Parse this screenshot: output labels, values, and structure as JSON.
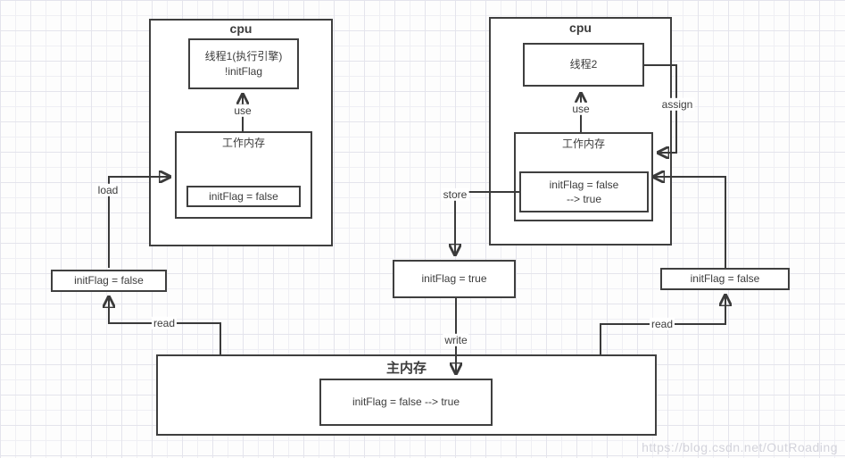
{
  "colors": {
    "line": "#3a3a3a",
    "box_border": "#3f3f3f",
    "box_bg": "#ffffff",
    "grid_light": "#efeff4",
    "grid_dark": "#e4e4ec",
    "watermark": "#d3d3db"
  },
  "cpu_left": {
    "title": "cpu",
    "thread_line1": "线程1(执行引擎)",
    "thread_line2": "!initFlag",
    "working_memory_title": "工作内存",
    "working_var": "initFlag = false"
  },
  "cpu_right": {
    "title": "cpu",
    "thread": "线程2",
    "working_memory_title": "工作内存",
    "working_var_line1": "initFlag = false",
    "working_var_line2": "--> true"
  },
  "main_memory": {
    "title": "主内存",
    "var_value": "initFlag = false --> true"
  },
  "buffers": {
    "left": "initFlag = false",
    "middle": "initFlag = true",
    "right": "initFlag = false"
  },
  "edge_labels": {
    "use_left": "use",
    "use_right": "use",
    "load": "load",
    "store": "store",
    "write": "write",
    "read_left": "read",
    "read_right": "read",
    "assign": "assign"
  },
  "watermark": "https://blog.csdn.net/OutRoading"
}
